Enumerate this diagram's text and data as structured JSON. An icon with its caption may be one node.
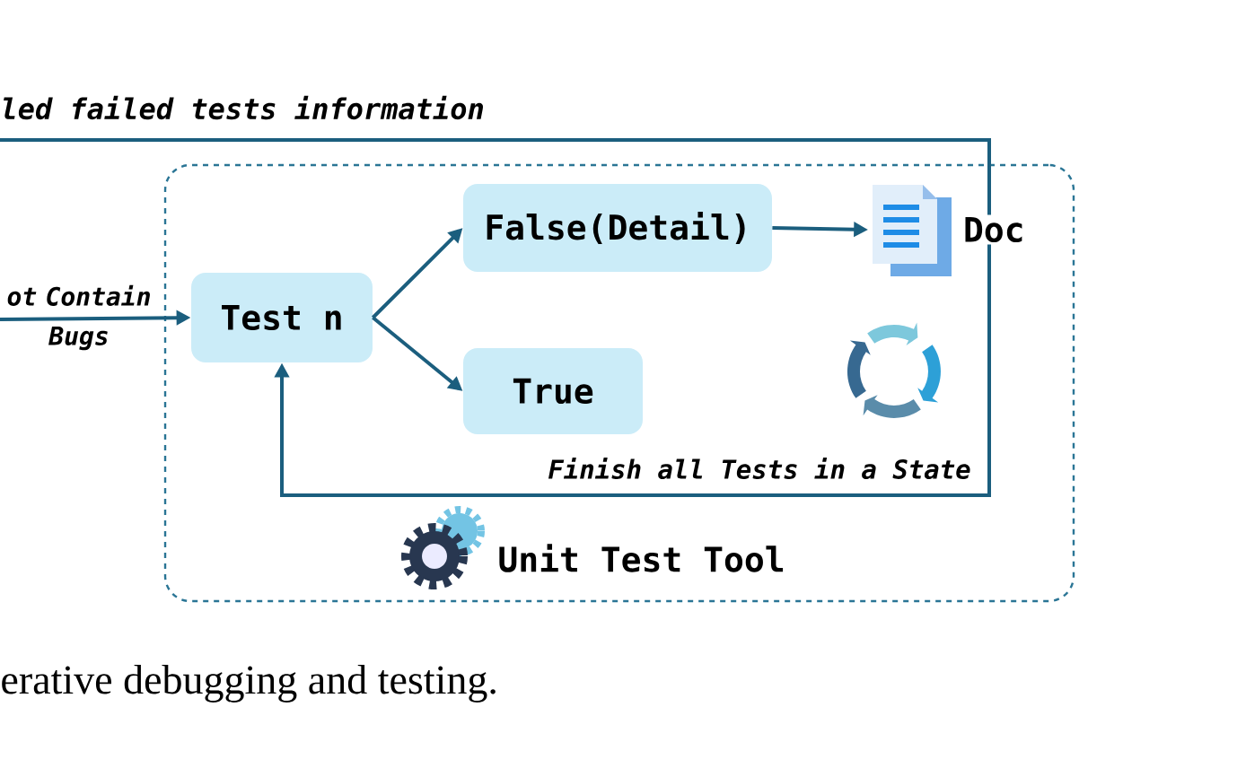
{
  "diagram": {
    "caption": "erative debugging and testing.",
    "nodes": [
      {
        "text": [
          "Unit Test Tool"
        ]
      },
      {
        "text": [
          "Test n"
        ],
        "in": 0
      },
      {
        "text": [
          "False(Detail)"
        ],
        "in": 0
      },
      {
        "text": [
          "True"
        ],
        "in": 0
      },
      {
        "text": [
          "Doc"
        ],
        "in": 0
      }
    ],
    "edges": [
      {
        "from": null,
        "to": 1,
        "arrow": "to",
        "label": "ot Contain Bugs"
      },
      {
        "from": 1,
        "to": 2,
        "arrow": "to"
      },
      {
        "from": 1,
        "to": 3,
        "arrow": "to"
      },
      {
        "from": 2,
        "to": 4,
        "arrow": "to"
      },
      {
        "from": 4,
        "to": 1,
        "arrow": "to",
        "label": "Finish all Tests in a State"
      },
      {
        "from": 4,
        "to": null,
        "arrow": "none",
        "label": "led failed tests information"
      }
    ]
  }
}
